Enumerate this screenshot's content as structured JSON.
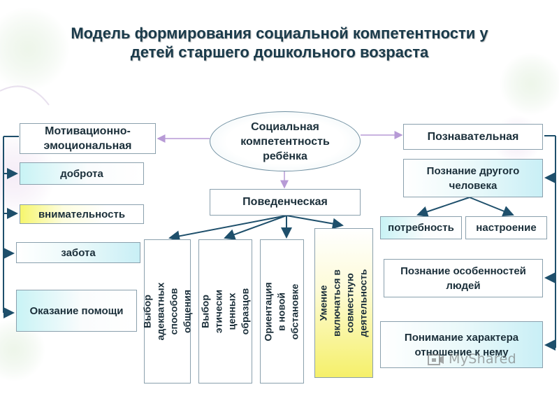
{
  "title": "Модель формирования социальной компетентности у детей старшего дошкольного возраста",
  "center": "Социальная компетентность ребёнка",
  "left": {
    "header": "Мотивационно-эмоциональная",
    "items": [
      "доброта",
      "внимательность",
      "забота",
      "Оказание помощи"
    ]
  },
  "middle": {
    "header": "Поведенческая",
    "items": [
      "Выбор адекватных способов общения",
      "Выбор этически ценных образцов",
      "Ориентация в новой обстановке",
      "Умение включаться в совместную деятельность"
    ]
  },
  "right": {
    "header": "Познавательная",
    "know_other": "Познание другого человека",
    "need": "потребность",
    "mood": "настроение",
    "know_people": "Познание особенностей людей",
    "understanding": "Понимание характера отношение к нему"
  },
  "watermark": "MyShared",
  "colors": {
    "line": "#1e4f6b",
    "arrow_soft": "#b79ad6",
    "accent_cyan": "#c9f3f5",
    "accent_yellow": "#f5f06a",
    "text": "#1b2f3a",
    "title": "#1a3a4a"
  }
}
